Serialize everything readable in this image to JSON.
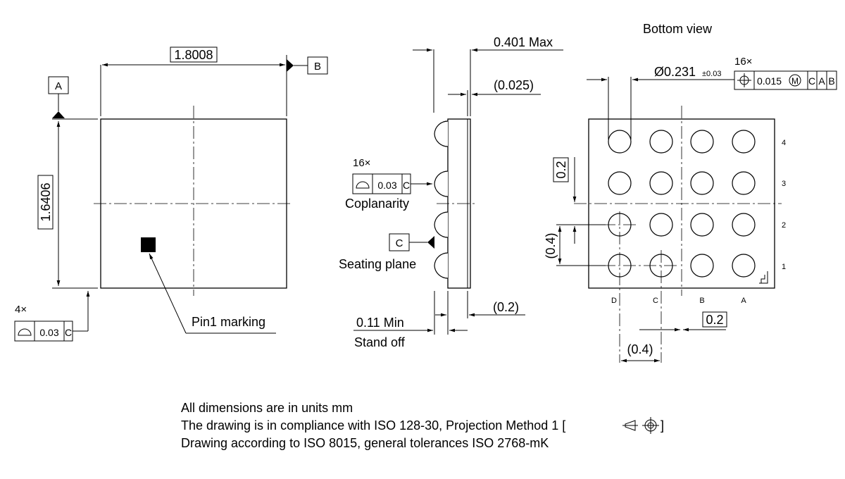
{
  "top_view": {
    "width_dim": "1.8008",
    "height_dim": "1.6406",
    "datum_a": "A",
    "datum_b": "B",
    "pin1_label": "Pin1 marking",
    "coplanarity": {
      "count": "4×",
      "value": "0.03",
      "datum": "C"
    }
  },
  "side_view": {
    "height_max": "0.401 Max",
    "substrate": "(0.025)",
    "ball_height": "(0.2)",
    "standoff_value": "0.11 Min",
    "standoff_label": "Stand off",
    "coplanarity": {
      "count": "16×",
      "value": "0.03",
      "datum": "C"
    },
    "coplanarity_label": "Coplanarity",
    "datum_c": "C",
    "seating_plane_label": "Seating plane"
  },
  "bottom_view": {
    "title": "Bottom view",
    "ball_count": "16×",
    "ball_diameter": "Ø0.231",
    "ball_tolerance": "±0.03",
    "position_tolerance": "0.015",
    "mmc_symbol": "M",
    "datum_refs": [
      "C",
      "A",
      "B"
    ],
    "row_labels": [
      "4",
      "3",
      "2",
      "1"
    ],
    "col_labels": [
      "D",
      "C",
      "B",
      "A"
    ],
    "pitch_y": "0.2",
    "pitch_y_ref": "(0.4)",
    "pitch_x": "0.2",
    "pitch_x_ref": "(0.4)"
  },
  "notes": [
    "All dimensions are in units mm",
    "The drawing is in compliance with ISO 128-30, Projection Method 1 [",
    "Drawing according to ISO 8015, general tolerances ISO 2768-mK"
  ],
  "notes_bracket_close": "]"
}
